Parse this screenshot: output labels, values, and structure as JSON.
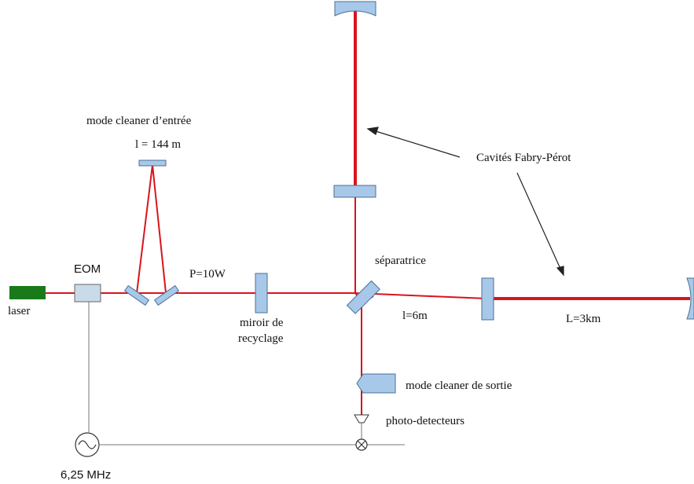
{
  "colors": {
    "beam": "#d9141b",
    "optic_fill": "#a8c8ea",
    "optic_stroke": "#4a6f94",
    "laser": "#1a7a1a",
    "eom_fill": "#c9dbe8",
    "wire": "#777777"
  },
  "labels": {
    "input_mode_cleaner": "mode cleaner d’entrée",
    "input_mode_cleaner_length": "l = 144 m",
    "fabry_perot": "Cavités Fabry-Pérot",
    "eom": "EOM",
    "laser": "laser",
    "power": "P=10W",
    "beamsplitter": "séparatrice",
    "recycling_mirror_line1": "miroir de",
    "recycling_mirror_line2": "recyclage",
    "short_arm": "l=6m",
    "long_arm": "L=3km",
    "output_mode_cleaner": "mode cleaner de sortie",
    "photodetectors": "photo-detecteurs",
    "oscillator_frequency": "6,25 MHz"
  }
}
